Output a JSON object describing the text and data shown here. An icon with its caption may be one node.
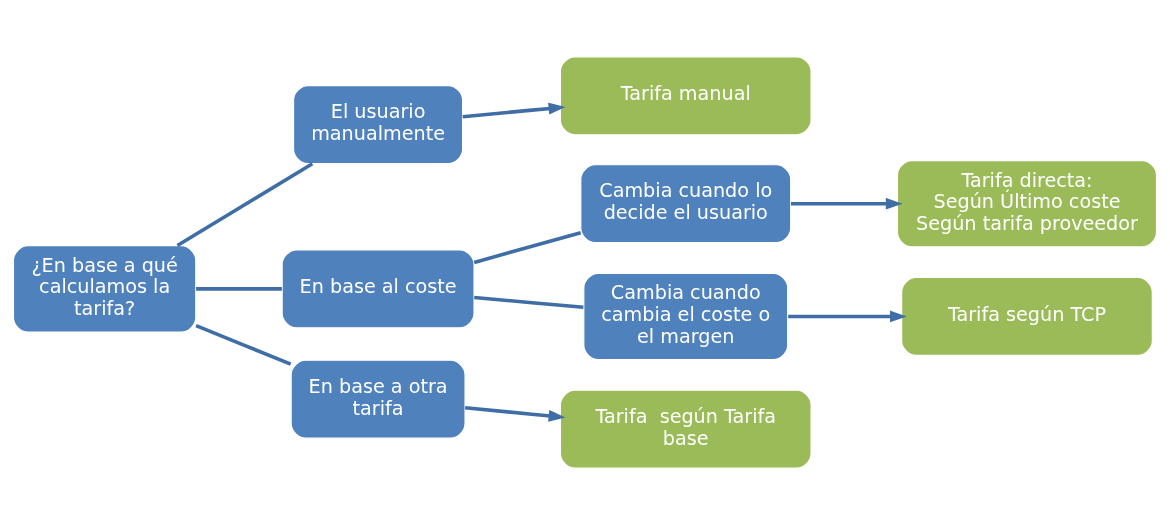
{
  "diagram": {
    "nodes": [
      {
        "text": [
          "¿En base a qué calculamos la tarifa?"
        ]
      },
      {
        "text": [
          "El usuario manualmente"
        ]
      },
      {
        "text": [
          "En base al coste"
        ]
      },
      {
        "text": [
          "En base a otra tarifa"
        ]
      },
      {
        "text": [
          "Cambia cuando lo decide el usuario"
        ]
      },
      {
        "text": [
          "Cambia cuando cambia el coste o el margen"
        ]
      },
      {
        "text": [
          "Tarifa manual"
        ]
      },
      {
        "text": [
          "Tarifa directa:",
          "Según Último coste",
          "Según tarifa proveedor"
        ]
      },
      {
        "text": [
          "Tarifa según TCP"
        ]
      },
      {
        "text": [
          "Tarifa  según Tarifa base"
        ]
      }
    ],
    "edges": [
      {
        "from": 0,
        "to": 1,
        "arrow": "none"
      },
      {
        "from": 0,
        "to": 2,
        "arrow": "none"
      },
      {
        "from": 0,
        "to": 3,
        "arrow": "none"
      },
      {
        "from": 1,
        "to": 6,
        "arrow": "to"
      },
      {
        "from": 2,
        "to": 4,
        "arrow": "none"
      },
      {
        "from": 2,
        "to": 5,
        "arrow": "none"
      },
      {
        "from": 4,
        "to": 7,
        "arrow": "to"
      },
      {
        "from": 5,
        "to": 8,
        "arrow": "to"
      },
      {
        "from": 3,
        "to": 9,
        "arrow": "to"
      }
    ]
  }
}
